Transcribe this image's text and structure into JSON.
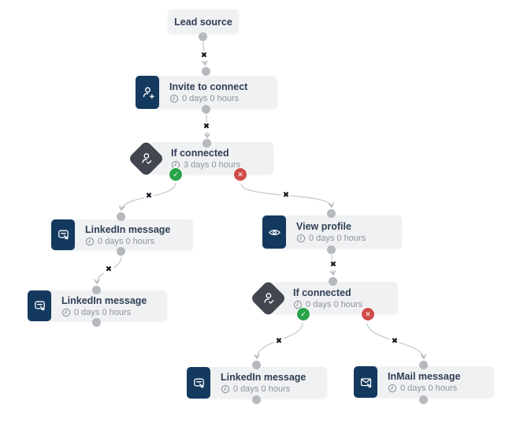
{
  "flow": {
    "markers": {
      "edge_cross": "✖",
      "success_check": "✓",
      "failure_cross": "✕"
    },
    "colors": {
      "node_background": "#f0f1f3",
      "action_icon_background": "#14395f",
      "condition_icon_background": "#42474f",
      "title_text": "#2f3e55",
      "delay_text": "#8e939c",
      "edge": "#c7cad0",
      "connector_dot": "#b5b8bd",
      "success_badge": "#29a349",
      "failure_badge": "#d04c48"
    },
    "nodes": [
      {
        "title": "Lead source"
      },
      {
        "title": "Invite to connect",
        "delay": "0 days 0 hours"
      },
      {
        "title": "If connected",
        "delay": "3 days 0 hours"
      },
      {
        "title": "LinkedIn message",
        "delay": "0 days 0 hours"
      },
      {
        "title": "LinkedIn message",
        "delay": "0 days 0 hours"
      },
      {
        "title": "View profile",
        "delay": "0 days 0 hours"
      },
      {
        "title": "If connected",
        "delay": "0 days 0 hours"
      },
      {
        "title": "LinkedIn message",
        "delay": "0 days 0 hours"
      },
      {
        "title": "InMail message",
        "delay": "0 days 0 hours"
      }
    ]
  }
}
